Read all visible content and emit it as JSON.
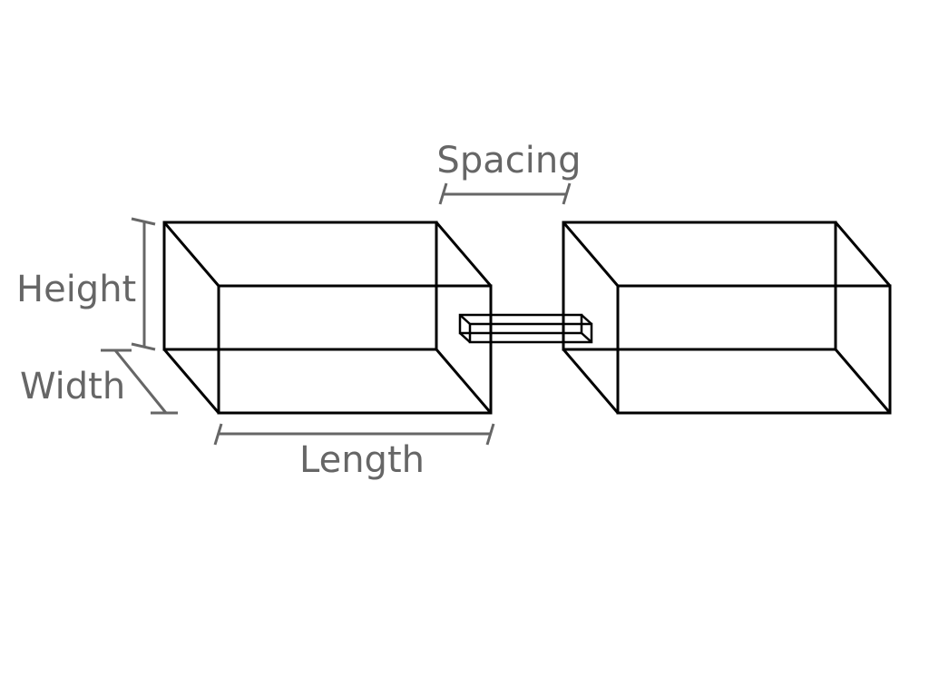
{
  "labels": {
    "spacing": "Spacing",
    "height": "Height",
    "width": "Width",
    "length": "Length"
  },
  "colors": {
    "outline": "#000000",
    "dimension": "#666666",
    "background": "#ffffff"
  }
}
